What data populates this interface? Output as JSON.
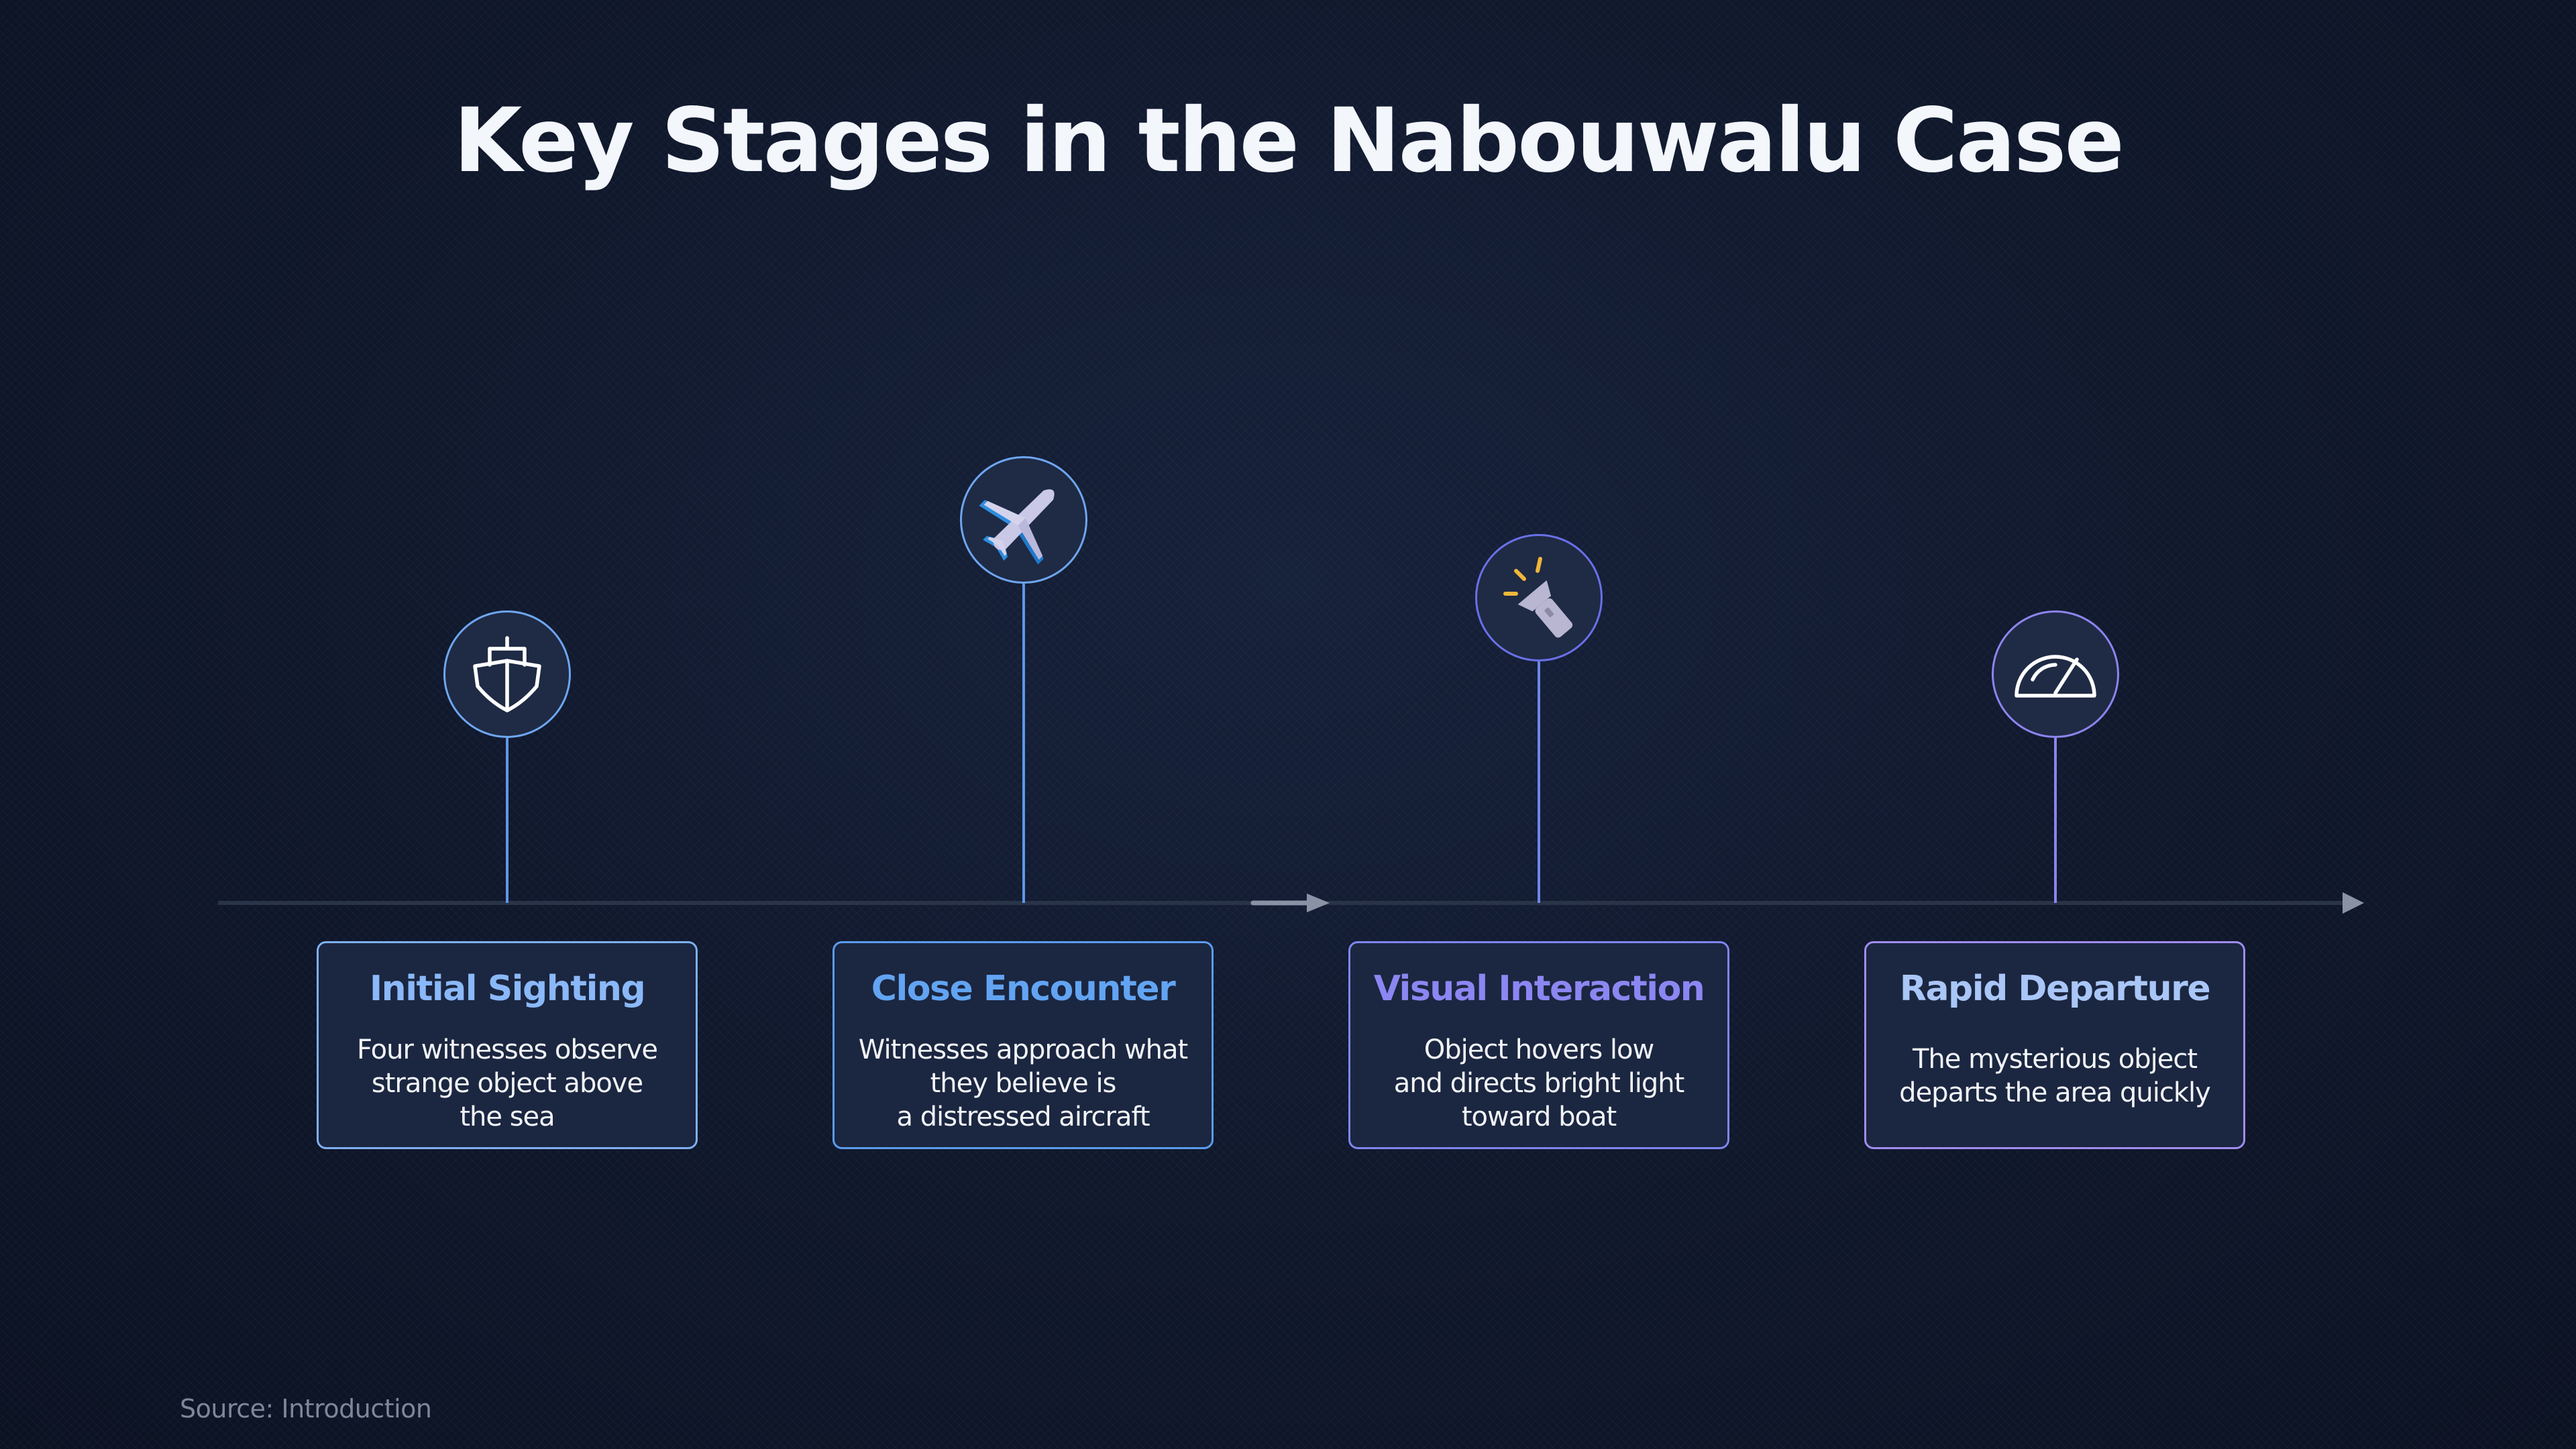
{
  "title": "Key Stages in the Nabouwalu Case",
  "stages": [
    {
      "title": "Initial Sighting",
      "description": "Four witnesses observe\nstrange object above\nthe sea",
      "icon": "boat-icon",
      "color": "#8ab8f8"
    },
    {
      "title": "Close Encounter",
      "description": "Witnesses approach what\nthey believe is\na distressed aircraft",
      "icon": "airplane-icon",
      "color": "#62a4f2"
    },
    {
      "title": "Visual Interaction",
      "description": "Object hovers low\nand directs bright light\ntoward boat",
      "icon": "flashlight-icon",
      "color": "#8c86f2"
    },
    {
      "title": "Rapid Departure",
      "description": "The mysterious object\ndeparts the area quickly",
      "icon": "speedometer-icon",
      "color": "#a9c6f7"
    }
  ],
  "source": "Source: Introduction",
  "colors": {
    "background": "#0e1629",
    "card_background": "#1b2640",
    "axis": "#2a3448",
    "arrow": "#8a93a6"
  }
}
